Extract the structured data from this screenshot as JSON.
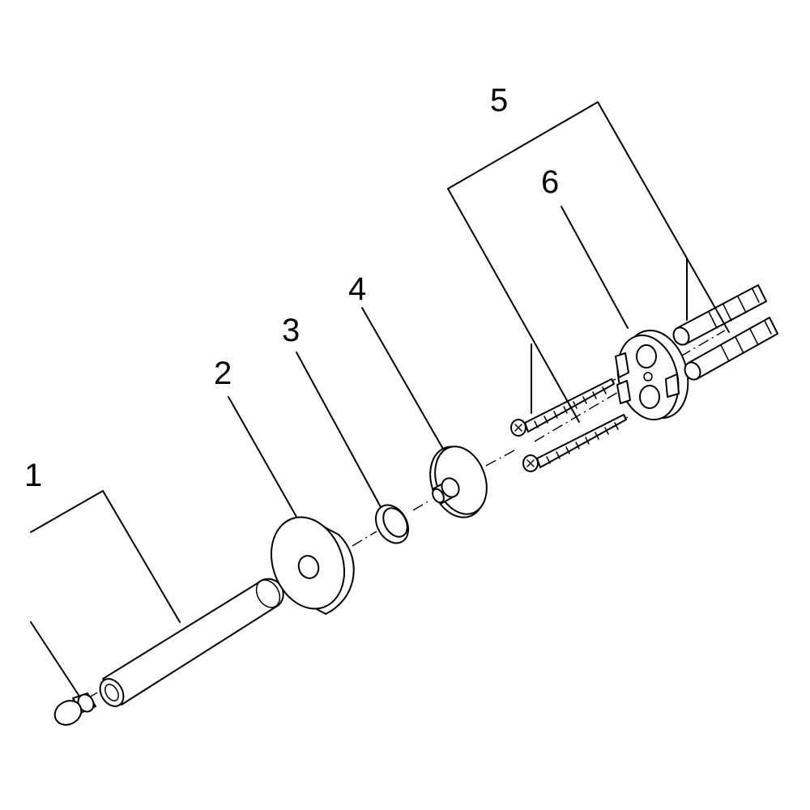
{
  "diagram": {
    "callouts": [
      {
        "label": "1",
        "part": "rod-with-end-cap"
      },
      {
        "label": "2",
        "part": "rosette-cover"
      },
      {
        "label": "3",
        "part": "ring-washer"
      },
      {
        "label": "4",
        "part": "mounting-flange"
      },
      {
        "label": "5",
        "part": "fixing-set"
      },
      {
        "label": "6",
        "part": "wall-bracket"
      }
    ]
  }
}
